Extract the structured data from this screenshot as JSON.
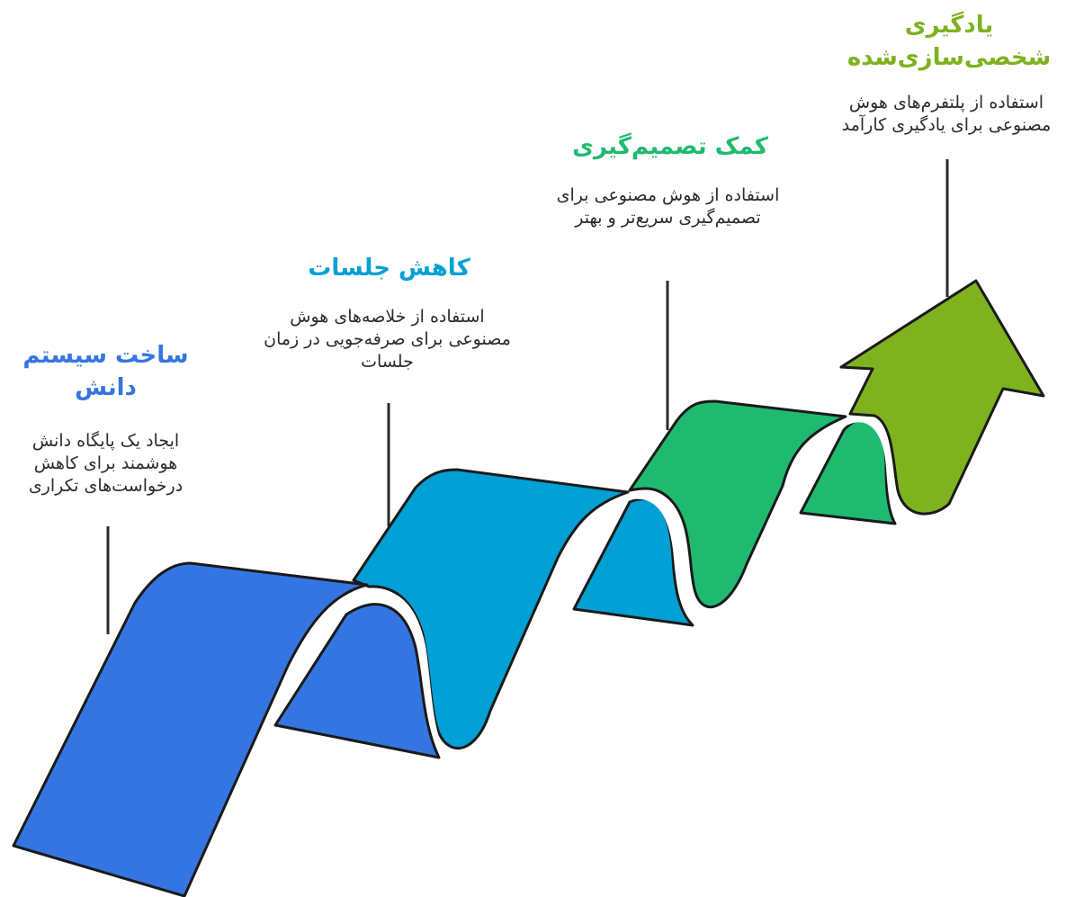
{
  "stages": [
    {
      "title": "ساخت سیستم دانش",
      "description": "ایجاد یک پایگاه دانش هوشمند برای کاهش درخواست‌های تکراری",
      "color": "#3575E2"
    },
    {
      "title": "کاهش جلسات",
      "description": "استفاده از خلاصه‌های هوش مصنوعی برای صرفه‌جویی در زمان جلسات",
      "color": "#02A0D4"
    },
    {
      "title": "کمک تصمیم‌گیری",
      "description": "استفاده از هوش مصنوعی برای تصمیم‌گیری سریع‌تر و بهتر",
      "color": "#1FBA70"
    },
    {
      "title": "یادگیری شخصی‌سازی‌شده",
      "description": "استفاده از پلتفرم‌های هوش مصنوعی برای یادگیری کارآمد",
      "color": "#7EB21F"
    }
  ],
  "outline_color": "#1a1a1a",
  "connector_color": "#2b2b2b"
}
